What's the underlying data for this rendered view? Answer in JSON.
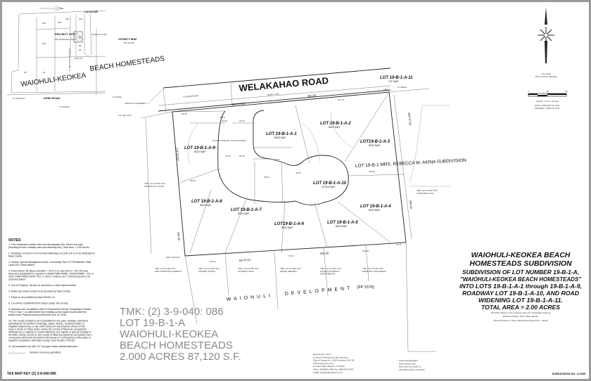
{
  "vicinity_map": {
    "title": "VICINITY MAP",
    "scale": "NO SCALE",
    "project_site": "PROJECT SITE",
    "project_address": "150 Welakahao Road",
    "region_left": "WAIOHULI-KEOKEA",
    "region_right": "BEACH HOMESTEADS",
    "road_e_welakahao": "E. WELAKAHAO ROAD",
    "road_kihei": "KIHEI ROAD",
    "road_liloa": "LILOA DR.",
    "road_akai": "AKAI ST.",
    "to_wailea": "To Wailea",
    "to_wailuku": "To WAILUKU",
    "to_ocean": "To OCEAN",
    "waiohuli_dev": "WAIOHULI DEV",
    "parcels": [
      "151",
      "150",
      "125",
      "103",
      "116",
      "15",
      "14",
      "96",
      "95",
      "94"
    ]
  },
  "north_arrow": {
    "label_line1": "True North",
    "label_line2": "\"PUU-O-KALI\" Meridian"
  },
  "scale_bar": {
    "ticks": [
      "0",
      "30",
      "60"
    ],
    "scale_text": "SCALE: 1 inch = 30 feet",
    "date": "DATE: JANUARY 21, 2017",
    "revised": "REVISED: JUNE 15, 2017"
  },
  "plan": {
    "road_name": "WELAKAHAO ROAD",
    "road_width": "(Width = 40')",
    "to_kihei_road": "TO KIHEI ROAD",
    "to_wailea": "To Wailea",
    "edge_of_pavement": "EDGE OF PAVEMENT",
    "pipe_found": "1/2\" pipe (fnd)",
    "top_bearing": "264°47'20\"",
    "top_distance": "353.50",
    "bottom_bearing": "84°47'20\"",
    "bottom_distance": "353.50",
    "left_side": "244.65",
    "right_side": "244.65",
    "left_bearing": "174°47'20\"",
    "right_bearing": "354°47'20\"",
    "flood_zone": "FLOOD ZONE AE / FLOOD ZONE X",
    "mag_nail": "MAG nail (fnd)",
    "fp": "[FP 1576]",
    "development_left": "WAIOHULI",
    "development_right": "DEVELOPMENT",
    "akina": "LOT 19-B-1 MRS. REBECCA M. AKINA SUBDIVISION",
    "lots": [
      {
        "name": "LOT 19-B-1-A-1",
        "area": "8023 SqFt"
      },
      {
        "name": "LOT 19-B-1-A-2",
        "area": "8022 SqFt"
      },
      {
        "name": "LOT19-B-1-A-3",
        "area": "8023 SqFt"
      },
      {
        "name": "LOT 19-B-1-A-4",
        "area": "8023 SqFt"
      },
      {
        "name": "LOT 19-B-1-A-5",
        "area": "8023 SqFt"
      },
      {
        "name": "LOT19-B-1-A-6",
        "area": "8023 SqFt"
      },
      {
        "name": "LOT 19-B-1-A-7",
        "area": "8023 SqFt"
      },
      {
        "name": "LOT 19-B-1-A-8",
        "area": "8023 SqFt"
      },
      {
        "name": "LOT 19-B-1-A-9",
        "area": "8023 SqFt"
      },
      {
        "name": "LOT 19-B-1-A-10",
        "area": "14,310 SqFt"
      },
      {
        "name": "LOT 19-B-1-A-11",
        "area": "707 SqFt"
      }
    ],
    "dims": [
      "42.00",
      "22.00",
      "22.00",
      "35.54",
      "35.54",
      "80.53",
      "89.02",
      "147.31",
      "55.00",
      "43.00",
      "22.00",
      "20.00",
      "110.41",
      "144.45",
      "79.94",
      "12.74",
      "3.00"
    ],
    "tmk_overlay": [
      "TMK: (2) 3-9-040: 086",
      "LOT 19-B-1-A",
      "WAIOHULI-KEOKEA BEACH HOMESTEADS",
      "2.000 ACRES  87,120 S.F."
    ],
    "adjacent": [
      "TMK: (2) 3-9-040: 022 MILLER,GUY DAVID",
      "TMK: (2) 3-9-040: 021 SHUTTLEWORTH,GERALD",
      "TMK: (2) 3-9-040: 022 PORTER,JANICE",
      "TMK: (2) 3-9-040: 023 STEWART,JEAN",
      "TMK: (2) 3-9-040: 024 HESSE,JEFFREY",
      "TMK: (2) 3-9-040: 025 ISLAND PROPERTY INVESTMENTS",
      "TMK: (2) 3-9-040: 026 MENDOZA,ALEJANDRO",
      "TMK: (2) 3-9-040: 005 LONGORIA,JUAN"
    ]
  },
  "title_block": {
    "title_line1": "WAIOHULI-KEOKEA BEACH",
    "title_line2": "HOMESTEADS SUBDIVISION",
    "desc": [
      "SUBDIVISION OF LOT NUMBER 19-B-1-A,",
      "\"WAIOHULI-KEOKEA BEACH HOMESTEADS\"",
      "INTO LOTS 19-B-1-A-1 through 19-B-1-A-9,",
      "ROADWAY LOT 19-B-1-A-10, AND  ROAD",
      "WIDENING LOT 19-B-1-A-11.",
      "TOTAL AREA = 2.00 ACRES"
    ],
    "situate_1": "SITUATE: Being on the southerly side of E. Welakahao Road at",
    "situate_2": "Waiohuli-Keokea, Kihei, Maui, Hawaii.",
    "address": "Physical Address: 150 E. Welakahao Road, Kihei , Hawaii"
  },
  "notes": {
    "heading": "NOTES:",
    "items": [
      "1.  This subdivision creates nine new developable lots; eleven lots total (including access roadway and road widening lots).  Total Area = 2.000 Acres.",
      "2.  Roadway Lot 19-B-1-A-10 & Road Widening Lot 19-B-1-A-11 to be dedicated to Maui County.",
      "3.  Zoning: Special Management Area; Community Plan: R-2 Residential; State Land Use: Urban District.",
      "4.  Flood Zones: AE (Base elevation = 20' to 21'), and Zone X. The 100-year flood area designation is reported in FEMA FIRM PANEL 15009C0588G - Nov. 4, 2015; FIRM INDEX DATE: Nov. 4, 2015. Contours are 2' interval based on an assumed datum.",
      "5.  Use of Property: Vacant, no structures or other improvements.",
      "6.  Water and sewer service to be provided by Maui County.",
      "7.  Power to be provided by Maui Electric Co.",
      "8.  Lot owners established from Maui County Tax records.",
      "9.  Azimuths and coordinates refer to Government Survey Triangulation Station \"PUU O KALI\", as determined from existing survey marks found within the project area.  Physical survey performed June 10, 2016.",
      "10.  The County of Maui is not responsible for any park, roadway, easement (including but not limited to drainage, sewer, access, reclaimed water, or irrigation easements), or any other interest in real property shown on this map or shown on these plans, unless the County of Maui has accepted its dedication by a majority of Council Members at a regular or special meeting of the Maui County Council or the County of Maui has signed its acceptance via a conveyance document recorded in the Bureau of Conveyances of the State of Hawaii in compliance with Maui County Code Section 3.44.015.",
      "11.  All boundaries set with 1/2\" iron pipe unless labeled otherwise."
    ],
    "legend": "Denotes no access permitted."
  },
  "surveyor": [
    "Raymond B. Turner",
    "Licensed Professional Land Surveyor",
    "State of Hawaii No. 10614 (expires 4-30-18)",
    "CDF Engineering LLC",
    "P O Box 2683, Wailuku, HI 96793",
    "Office: (808)891-2400  Fax: (808) 879-2402",
    "E-Mail: jsbs@cdfengineers.com"
  ],
  "owners": [
    "Owners/Subdividers:",
    "Keith Dellrod, and",
    "Dell Land and Cattle Co.",
    "181 Waiue Place, HI 96753"
  ],
  "tax_map_key": "TAX MAP KEY (2) 3-9-040:086",
  "subdivision_no": "SUBDIVISION NO. 3.2389"
}
